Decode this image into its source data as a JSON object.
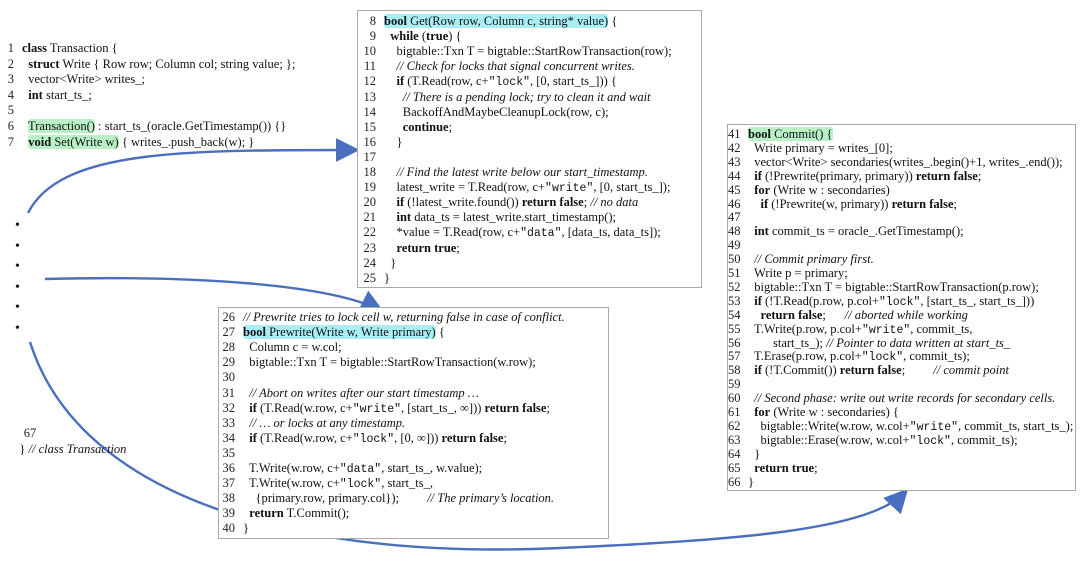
{
  "class_block": {
    "lines": [
      {
        "n": "1",
        "html": "<b>class</b> Transaction {"
      },
      {
        "n": "2",
        "html": "  <b>struct</b> Write { Row row; Column col; string value; };"
      },
      {
        "n": "3",
        "html": "  vector&lt;Write&gt; writes_;"
      },
      {
        "n": "4",
        "html": "  <b>int</b> start_ts_;"
      },
      {
        "n": "5",
        "html": ""
      },
      {
        "n": "6",
        "html": "  <span class=\"hl-green\">Transaction()</span> : start_ts_(oracle.GetTimestamp()) {}"
      },
      {
        "n": "7",
        "html": "  <span class=\"hl-green\"><b>void</b> Set(Write w)</span> { writes_.push_back(w); }"
      }
    ],
    "footer_n": "67",
    "footer_html": "} <i class=\"c\">// class Transaction</i>"
  },
  "bullets": [
    "•",
    "•",
    "•",
    "•",
    "•",
    "•"
  ],
  "get_box": {
    "lines": [
      {
        "n": "8",
        "html": "<span class=\"hl-cyan\"><b>bool</b> Get(Row row, Column c, string* value)</span> {"
      },
      {
        "n": "9",
        "html": "  <b>while</b> (<b>true</b>) {"
      },
      {
        "n": "10",
        "html": "    bigtable::Txn T = bigtable::StartRowTransaction(row);"
      },
      {
        "n": "11",
        "html": "    <i class=\"c\">// Check for locks that signal concurrent writes.</i>"
      },
      {
        "n": "12",
        "html": "    <b>if</b> (T.Read(row, c+<tt>\"lock\"</tt>, [0, start_ts_])) {"
      },
      {
        "n": "13",
        "html": "      <i class=\"c\">// There is a pending lock; try to clean it and wait</i>"
      },
      {
        "n": "14",
        "html": "      BackoffAndMaybeCleanupLock(row, c);"
      },
      {
        "n": "15",
        "html": "      <b>continue</b>;"
      },
      {
        "n": "16",
        "html": "    }"
      },
      {
        "n": "17",
        "html": ""
      },
      {
        "n": "18",
        "html": "    <i class=\"c\">// Find the latest write below our start_timestamp.</i>"
      },
      {
        "n": "19",
        "html": "    latest_write = T.Read(row, c+<tt>\"write\"</tt>, [0, start_ts_]);"
      },
      {
        "n": "20",
        "html": "    <b>if</b> (!latest_write.found()) <b>return false</b>; <i class=\"c\">// no data</i>"
      },
      {
        "n": "21",
        "html": "    <b>int</b> data_ts = latest_write.start_timestamp();"
      },
      {
        "n": "22",
        "html": "    *value = T.Read(row, c+<tt>\"data\"</tt>, [data_ts, data_ts]);"
      },
      {
        "n": "23",
        "html": "    <b>return true</b>;"
      },
      {
        "n": "24",
        "html": "  }"
      },
      {
        "n": "25",
        "html": "}"
      }
    ]
  },
  "prewrite_box": {
    "lines": [
      {
        "n": "26",
        "html": "<i class=\"c\">// Prewrite tries to lock cell w, returning false in case of conflict.</i>"
      },
      {
        "n": "27",
        "html": "<span class=\"hl-cyan\"><b>bool</b> Prewrite(Write w, Write primary)</span> {"
      },
      {
        "n": "28",
        "html": "  Column c = w.col;"
      },
      {
        "n": "29",
        "html": "  bigtable::Txn T = bigtable::StartRowTransaction(w.row);"
      },
      {
        "n": "30",
        "html": ""
      },
      {
        "n": "31",
        "html": "  <i class=\"c\">// Abort on writes after our start timestamp …</i>"
      },
      {
        "n": "32",
        "html": "  <b>if</b> (T.Read(w.row, c+<tt>\"write\"</tt>, [start_ts_, ∞])) <b>return false</b>;"
      },
      {
        "n": "33",
        "html": "  <i class=\"c\">// … or locks at any timestamp.</i>"
      },
      {
        "n": "34",
        "html": "  <b>if</b> (T.Read(w.row, c+<tt>\"lock\"</tt>, [0, ∞])) <b>return false</b>;"
      },
      {
        "n": "35",
        "html": ""
      },
      {
        "n": "36",
        "html": "  T.Write(w.row, c+<tt>\"data\"</tt>, start_ts_, w.value);"
      },
      {
        "n": "37",
        "html": "  T.Write(w.row, c+<tt>\"lock\"</tt>, start_ts_,"
      },
      {
        "n": "38",
        "html": "    {primary.row, primary.col});         <i class=\"c\">// The primary’s location.</i>"
      },
      {
        "n": "39",
        "html": "  <b>return</b> T.Commit();"
      },
      {
        "n": "40",
        "html": "}"
      }
    ]
  },
  "commit_box": {
    "lines": [
      {
        "n": "41",
        "html": "<span class=\"hl-green\"><b>bool</b> Commit() {</span>"
      },
      {
        "n": "42",
        "html": "  Write primary = writes_[0];"
      },
      {
        "n": "43",
        "html": "  vector&lt;Write&gt; secondaries(writes_.begin()+1, writes_.end());"
      },
      {
        "n": "44",
        "html": "  <b>if</b> (!Prewrite(primary, primary)) <b>return false</b>;"
      },
      {
        "n": "45",
        "html": "  <b>for</b> (Write w : secondaries)"
      },
      {
        "n": "46",
        "html": "    <b>if</b> (!Prewrite(w, primary)) <b>return false</b>;"
      },
      {
        "n": "47",
        "html": ""
      },
      {
        "n": "48",
        "html": "  <b>int</b> commit_ts = oracle_.GetTimestamp();"
      },
      {
        "n": "49",
        "html": ""
      },
      {
        "n": "50",
        "html": "  <i class=\"c\">// Commit primary first.</i>"
      },
      {
        "n": "51",
        "html": "  Write p = primary;"
      },
      {
        "n": "52",
        "html": "  bigtable::Txn T = bigtable::StartRowTransaction(p.row);"
      },
      {
        "n": "53",
        "html": "  <b>if</b> (!T.Read(p.row, p.col+<tt>\"lock\"</tt>, [start_ts_, start_ts_]))"
      },
      {
        "n": "54",
        "html": "    <b>return false</b>;      <i class=\"c\">// aborted while working</i>"
      },
      {
        "n": "55",
        "html": "  T.Write(p.row, p.col+<tt>\"write\"</tt>, commit_ts,"
      },
      {
        "n": "56",
        "html": "        start_ts_); <i class=\"c\">// Pointer to data written at start_ts_</i>"
      },
      {
        "n": "57",
        "html": "  T.Erase(p.row, p.col+<tt>\"lock\"</tt>, commit_ts);"
      },
      {
        "n": "58",
        "html": "  <b>if</b> (!T.Commit()) <b>return false</b>;         <i class=\"c\">// commit point</i>"
      },
      {
        "n": "59",
        "html": ""
      },
      {
        "n": "60",
        "html": "  <i class=\"c\">// Second phase: write out write records for secondary cells.</i>"
      },
      {
        "n": "61",
        "html": "  <b>for</b> (Write w : secondaries) {"
      },
      {
        "n": "62",
        "html": "    bigtable::Write(w.row, w.col+<tt>\"write\"</tt>, commit_ts, start_ts_);"
      },
      {
        "n": "63",
        "html": "    bigtable::Erase(w.row, w.col+<tt>\"lock\"</tt>, commit_ts);"
      },
      {
        "n": "64",
        "html": "  }"
      },
      {
        "n": "65",
        "html": "  <b>return true</b>;"
      },
      {
        "n": "66",
        "html": "}"
      }
    ]
  },
  "colors": {
    "arrow": "#4a6fbf",
    "highlight_green": "#b9f0c6",
    "highlight_cyan": "#a8eff5",
    "border": "#aaaaaa"
  }
}
